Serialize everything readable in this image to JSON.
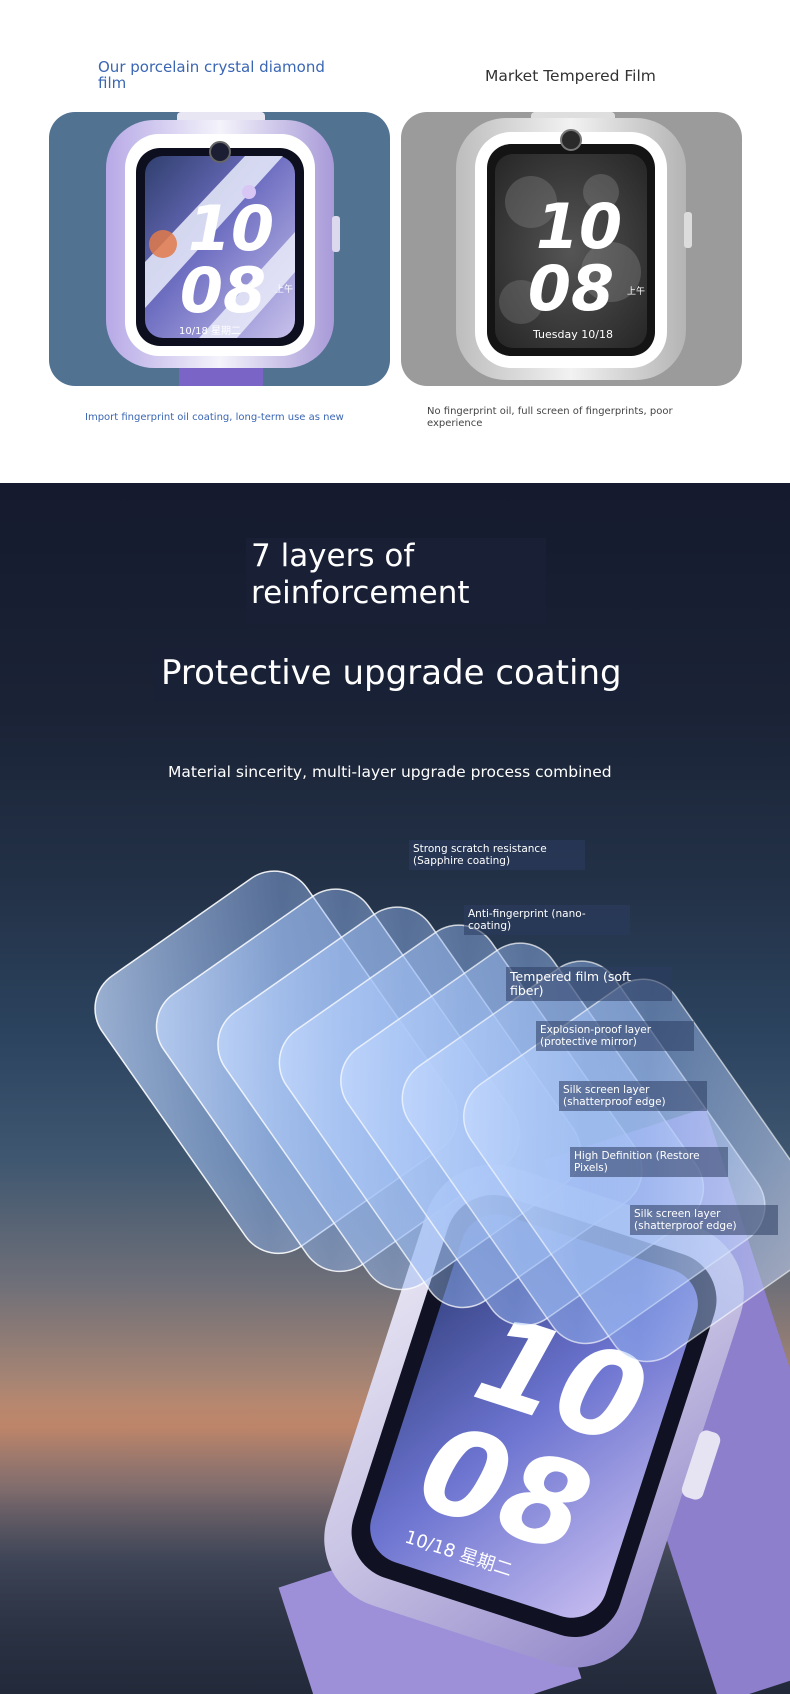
{
  "comparison": {
    "left_title": "Our porcelain crystal diamond film",
    "right_title": "Market Tempered Film",
    "left_caption": "Import fingerprint oil coating, long-term use as new",
    "right_caption": "No fingerprint oil, full screen of fingerprints, poor experience",
    "watch_time_hour": "10",
    "watch_time_minute": "08",
    "left_watch_date": "10/18 星期二",
    "right_watch_date": "Tuesday 10/18",
    "am_label": "上午"
  },
  "promo": {
    "headline": "7 layers of reinforcement",
    "title": "Protective upgrade coating",
    "subtitle": "Material sincerity, multi-layer upgrade process combined",
    "layers": [
      {
        "label": "Strong scratch resistance (Sapphire coating)"
      },
      {
        "label": "Anti-fingerprint (nano-coating)"
      },
      {
        "label": "Tempered film (soft fiber)"
      },
      {
        "label": "Explosion-proof layer (protective mirror)"
      },
      {
        "label": "Silk screen layer (shatterproof edge)"
      },
      {
        "label": "High Definition (Restore Pixels)"
      },
      {
        "label": "Silk screen layer (shatterproof edge)"
      }
    ],
    "watch_time_hour": "10",
    "watch_time_minute": "08",
    "watch_date": "10/18 星期二"
  },
  "colors": {
    "accent_blue": "#3a66b4",
    "panel_left": "#527292",
    "panel_right": "#9b9b9b",
    "watch_purple": "#9b8fd6"
  }
}
